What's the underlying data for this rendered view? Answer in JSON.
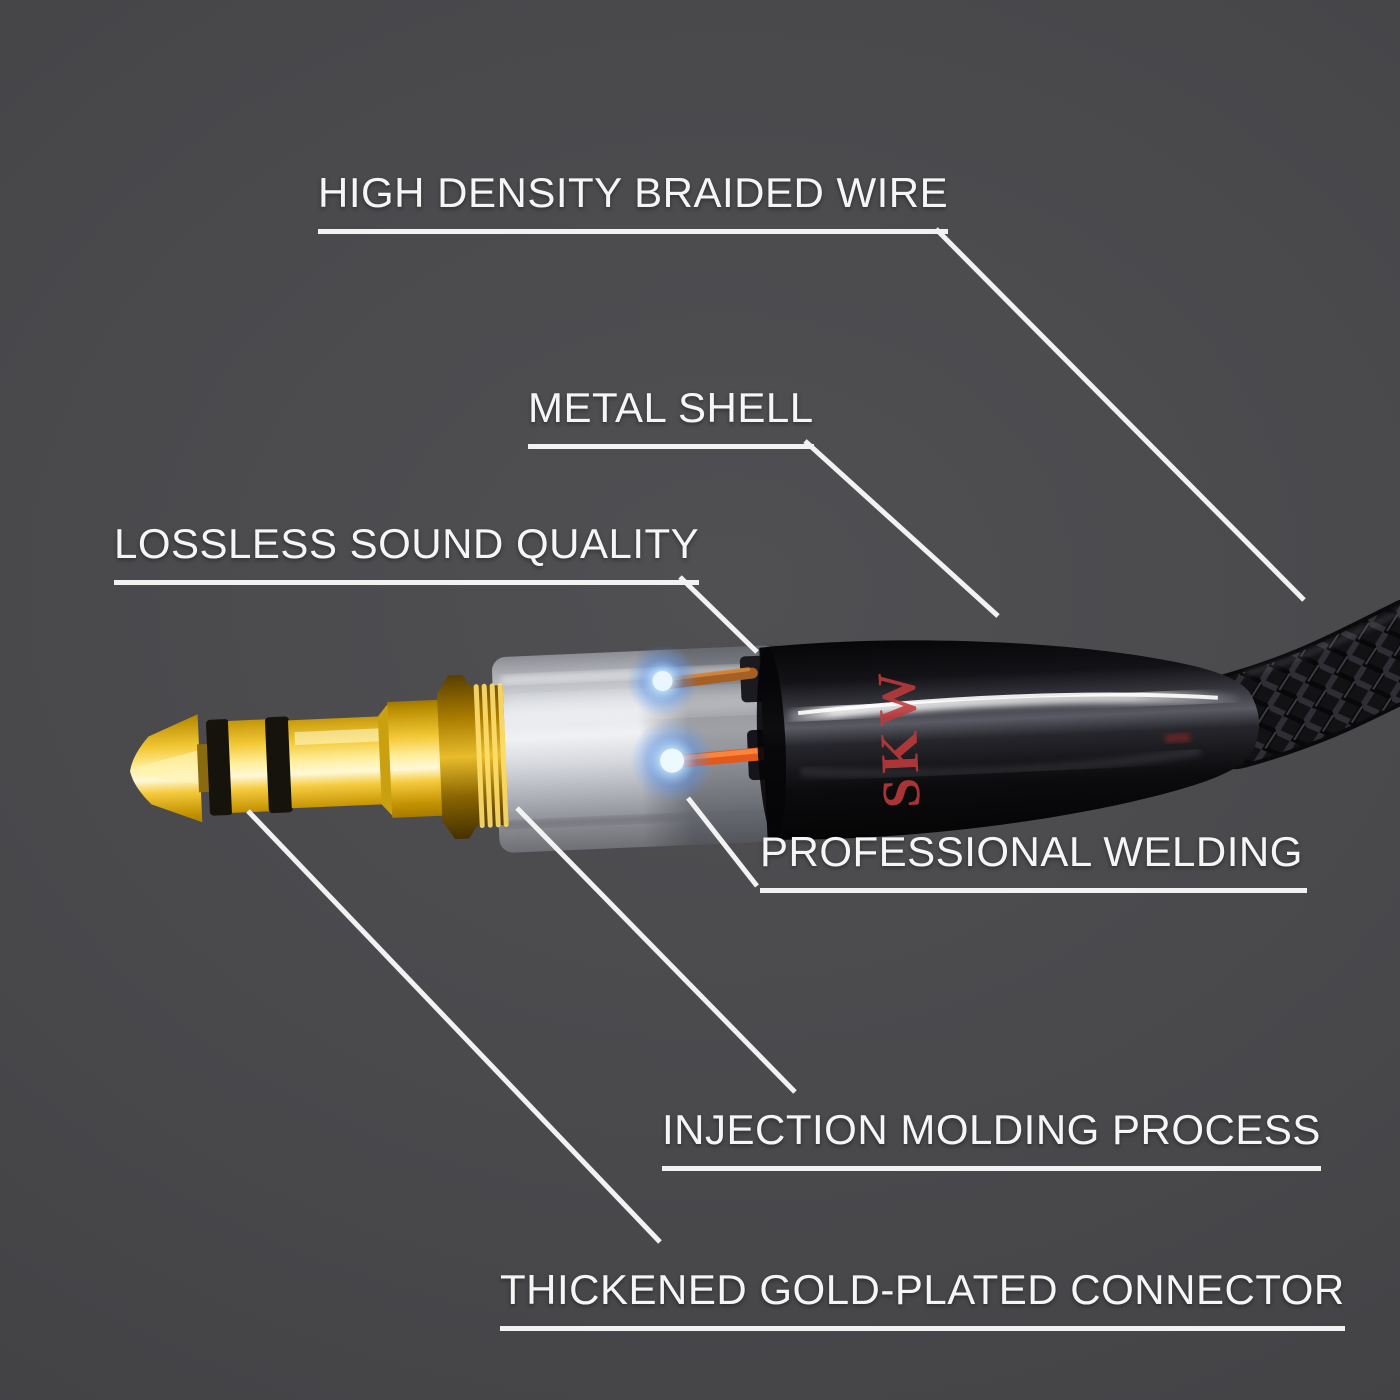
{
  "brand": "SKW",
  "labels": [
    {
      "id": "high-density-braided-wire",
      "text": "HIGH DENSITY BRAIDED WIRE"
    },
    {
      "id": "metal-shell",
      "text": "METAL SHELL"
    },
    {
      "id": "lossless-sound-quality",
      "text": "LOSSLESS SOUND QUALITY"
    },
    {
      "id": "professional-welding",
      "text": "PROFESSIONAL WELDING"
    },
    {
      "id": "injection-molding-process",
      "text": "INJECTION MOLDING PROCESS"
    },
    {
      "id": "thickened-gold-plated-connector",
      "text": "THICKENED GOLD-PLATED CONNECTOR"
    }
  ],
  "colors": {
    "background": "#48484b",
    "label_text": "#f5f5f5",
    "callout_line": "#f2f2f2",
    "gold": "#f3c937",
    "glow_blue": "#9cc8ff",
    "wire_orange": "#e2591a",
    "brand_red": "#bf3a3c",
    "shell_black": "#0c0c0e"
  }
}
